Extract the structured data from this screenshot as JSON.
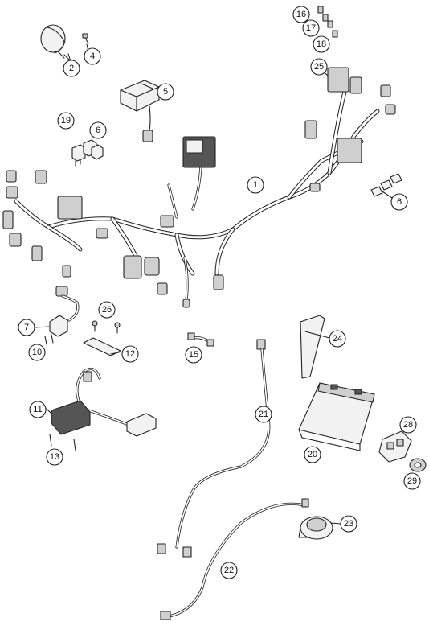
{
  "callouts": [
    {
      "id": "c1",
      "label": "1"
    },
    {
      "id": "c2",
      "label": "2"
    },
    {
      "id": "c4",
      "label": "4"
    },
    {
      "id": "c5",
      "label": "5"
    },
    {
      "id": "c6a",
      "label": "6"
    },
    {
      "id": "c6b",
      "label": "6"
    },
    {
      "id": "c7",
      "label": "7"
    },
    {
      "id": "c10",
      "label": "10"
    },
    {
      "id": "c11",
      "label": "11"
    },
    {
      "id": "c12",
      "label": "12"
    },
    {
      "id": "c13",
      "label": "13"
    },
    {
      "id": "c15",
      "label": "15"
    },
    {
      "id": "c16",
      "label": "16"
    },
    {
      "id": "c17",
      "label": "17"
    },
    {
      "id": "c18",
      "label": "18"
    },
    {
      "id": "c19",
      "label": "19"
    },
    {
      "id": "c20",
      "label": "20"
    },
    {
      "id": "c21",
      "label": "21"
    },
    {
      "id": "c22",
      "label": "22"
    },
    {
      "id": "c23",
      "label": "23"
    },
    {
      "id": "c24",
      "label": "24"
    },
    {
      "id": "c25",
      "label": "25"
    },
    {
      "id": "c26",
      "label": "26"
    },
    {
      "id": "c28",
      "label": "28"
    },
    {
      "id": "c29",
      "label": "29"
    }
  ]
}
